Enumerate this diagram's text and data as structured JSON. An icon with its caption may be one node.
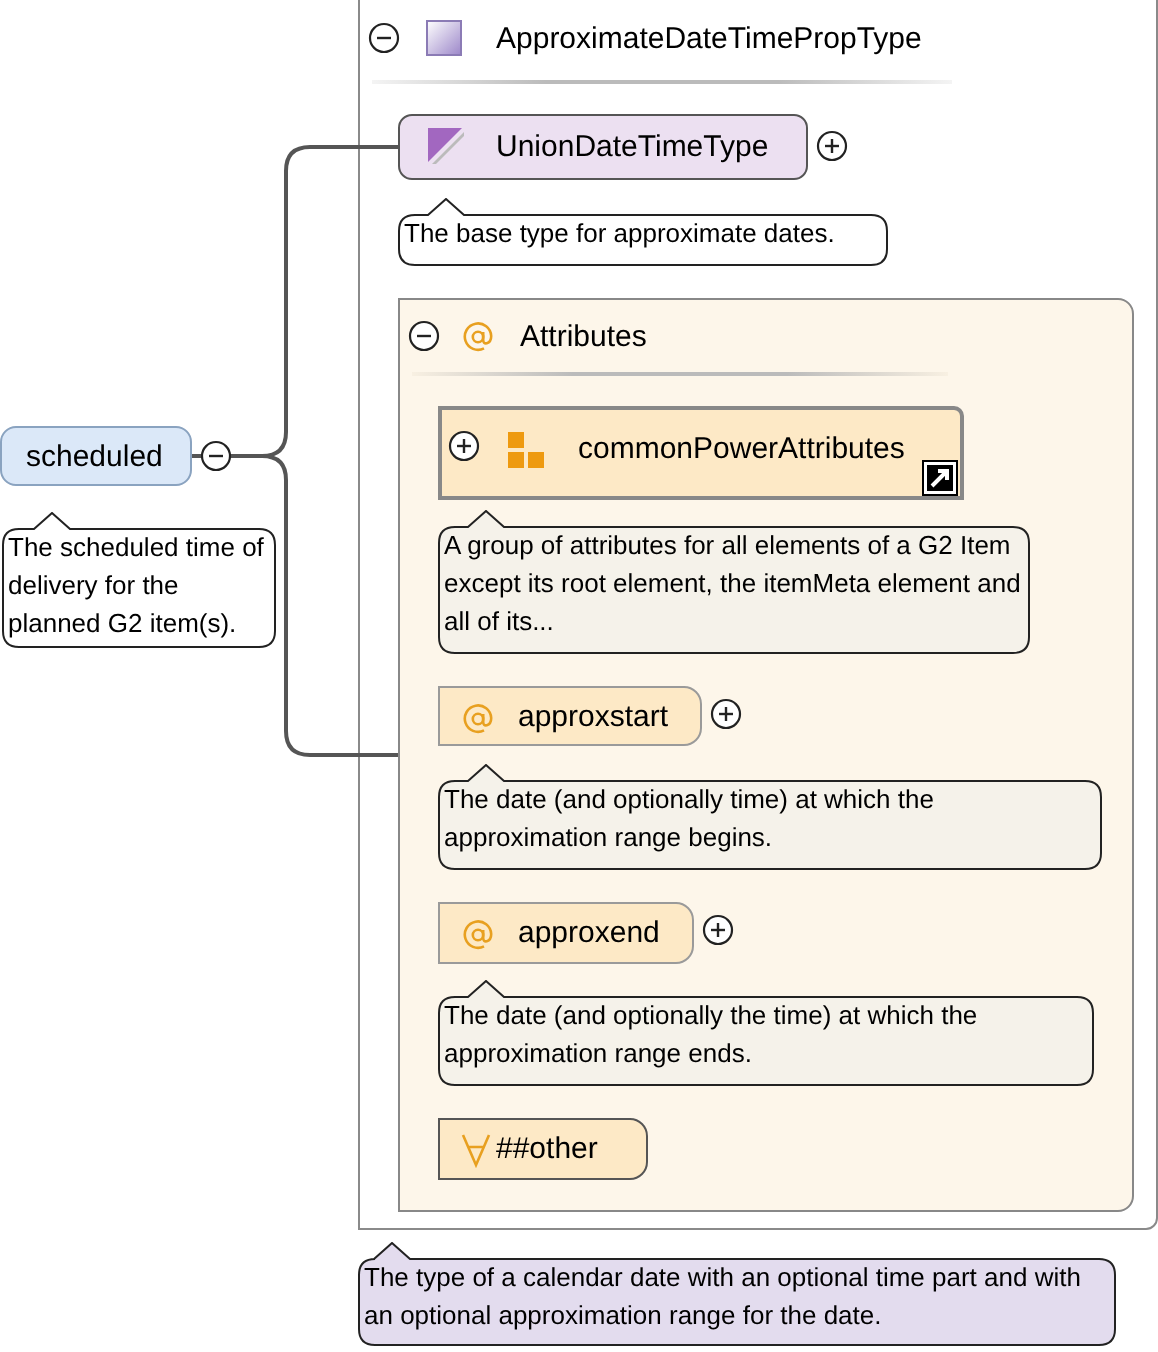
{
  "diagram": {
    "nodes": [
      {
        "text": [
          "scheduled"
        ],
        "beside": [
          "The scheduled time of delivery for the planned G2 item(s)."
        ]
      },
      {
        "text": [
          "ApproximateDateTimePropType"
        ],
        "beside": [
          "The type of a calendar date with an optional time part and with an optional approximation range for the date."
        ]
      },
      {
        "text": [
          "UnionDateTimeType"
        ],
        "in": 1,
        "beside": [
          "The base type for approximate dates."
        ]
      },
      {
        "text": [
          "Attributes"
        ],
        "in": 1
      },
      {
        "text": [
          "commonPowerAttributes"
        ],
        "in": 3,
        "beside": [
          "A group of attributes for all elements of a G2 Item except its root element, the itemMeta element and all of its..."
        ]
      },
      {
        "text": [
          "approxstart"
        ],
        "in": 3,
        "beside": [
          "The date (and optionally time) at which the approximation range begins."
        ]
      },
      {
        "text": [
          "approxend"
        ],
        "in": 3,
        "beside": [
          "The date (and optionally the time) at which the approximation range ends."
        ]
      },
      {
        "text": [
          "##other"
        ],
        "in": 3
      }
    ],
    "edges": [
      {
        "from": 0,
        "to": 2,
        "arrow": "none"
      },
      {
        "from": 0,
        "to": 3,
        "arrow": "none"
      }
    ]
  }
}
